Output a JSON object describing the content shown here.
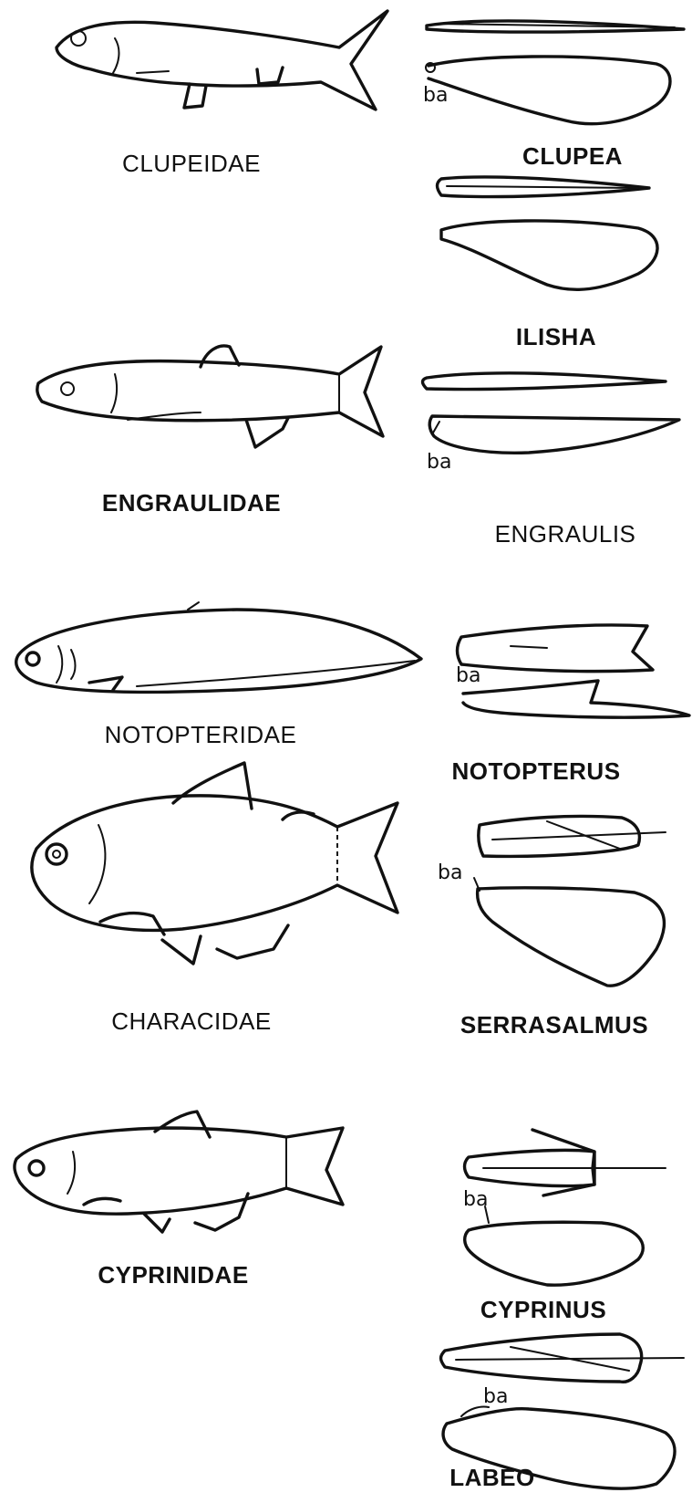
{
  "families": [
    {
      "name": "CLUPEIDAE"
    },
    {
      "name": "ENGRAULIDAE"
    },
    {
      "name": "NOTOPTERIDAE"
    },
    {
      "name": "CHARACIDAE"
    },
    {
      "name": "CYPRINIDAE"
    }
  ],
  "genera": [
    {
      "name": "CLUPEA",
      "marker": "ba"
    },
    {
      "name": "ILISHA"
    },
    {
      "name": "ENGRAULIS",
      "marker": "ba"
    },
    {
      "name": "NOTOPTERUS",
      "marker": "ba"
    },
    {
      "name": "SERRASALMUS",
      "marker": "ba"
    },
    {
      "name": "CYPRINUS",
      "marker": "ba"
    },
    {
      "name": "LABEO",
      "marker": "ba"
    }
  ]
}
